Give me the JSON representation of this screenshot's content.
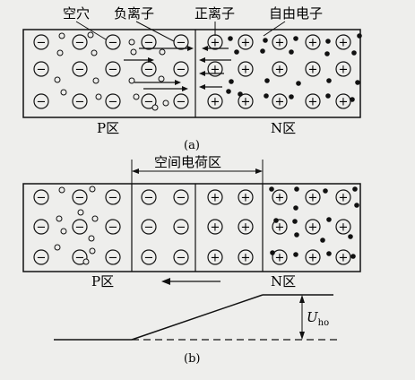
{
  "figure_a": {
    "labels": {
      "hole": "空穴",
      "negative_ion": "负离子",
      "positive_ion": "正离子",
      "free_electron": "自由电子"
    },
    "p_region": "P区",
    "n_region": "N区",
    "caption": "(a)"
  },
  "figure_b": {
    "space_charge_region": "空间电荷区",
    "p_region": "P区",
    "n_region": "N区",
    "voltage_label": "U",
    "voltage_subscript": "ho",
    "caption": "(b)"
  },
  "symbols": {
    "negative_ion": "−",
    "positive_ion": "+"
  },
  "colors": {
    "background": "#eeeeec",
    "ink": "#111111"
  }
}
